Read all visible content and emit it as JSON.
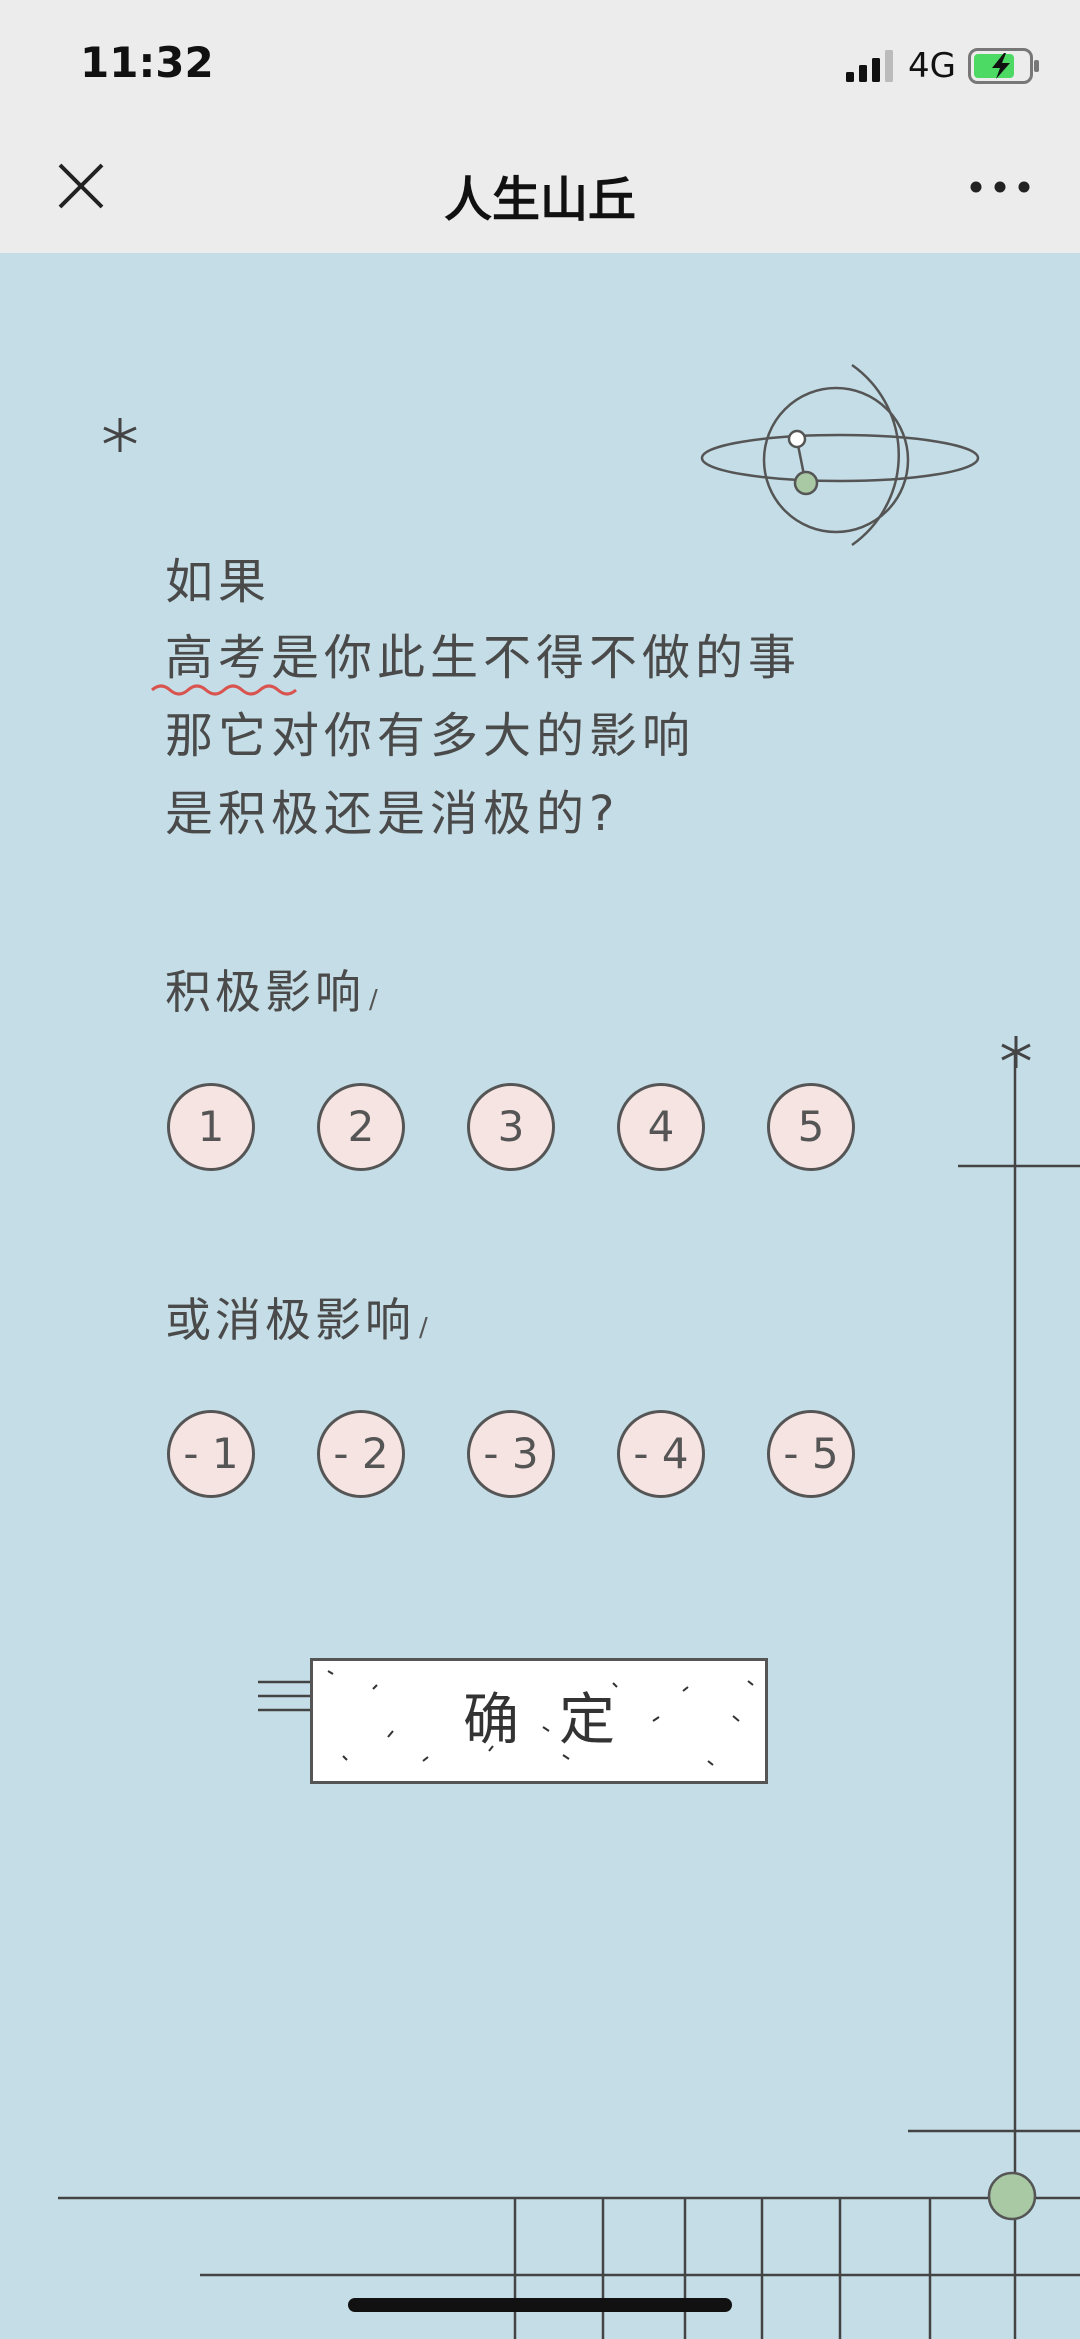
{
  "status_bar": {
    "time": "11:32",
    "network": "4G",
    "icons": [
      "signal-icon",
      "battery-charging-icon"
    ]
  },
  "nav": {
    "title": "人生山丘",
    "close_icon": "close-icon",
    "more_icon": "more-icon"
  },
  "question": {
    "lines": [
      "如果",
      "高考是你此生不得不做的事",
      "那它对你有多大的影响",
      "是积极还是消极的?"
    ]
  },
  "positive": {
    "label": "积极影响",
    "options": [
      "1",
      "2",
      "3",
      "4",
      "5"
    ]
  },
  "negative": {
    "label": "或消极影响",
    "options": [
      "- 1",
      "- 2",
      "- 3",
      "- 4",
      "- 5"
    ]
  },
  "confirm": {
    "label": "确定"
  },
  "colors": {
    "background": "#c4dde6",
    "circle_fill": "#f6e4e3",
    "accent_green": "#a9c9a4",
    "underline_red": "#d9534f"
  }
}
